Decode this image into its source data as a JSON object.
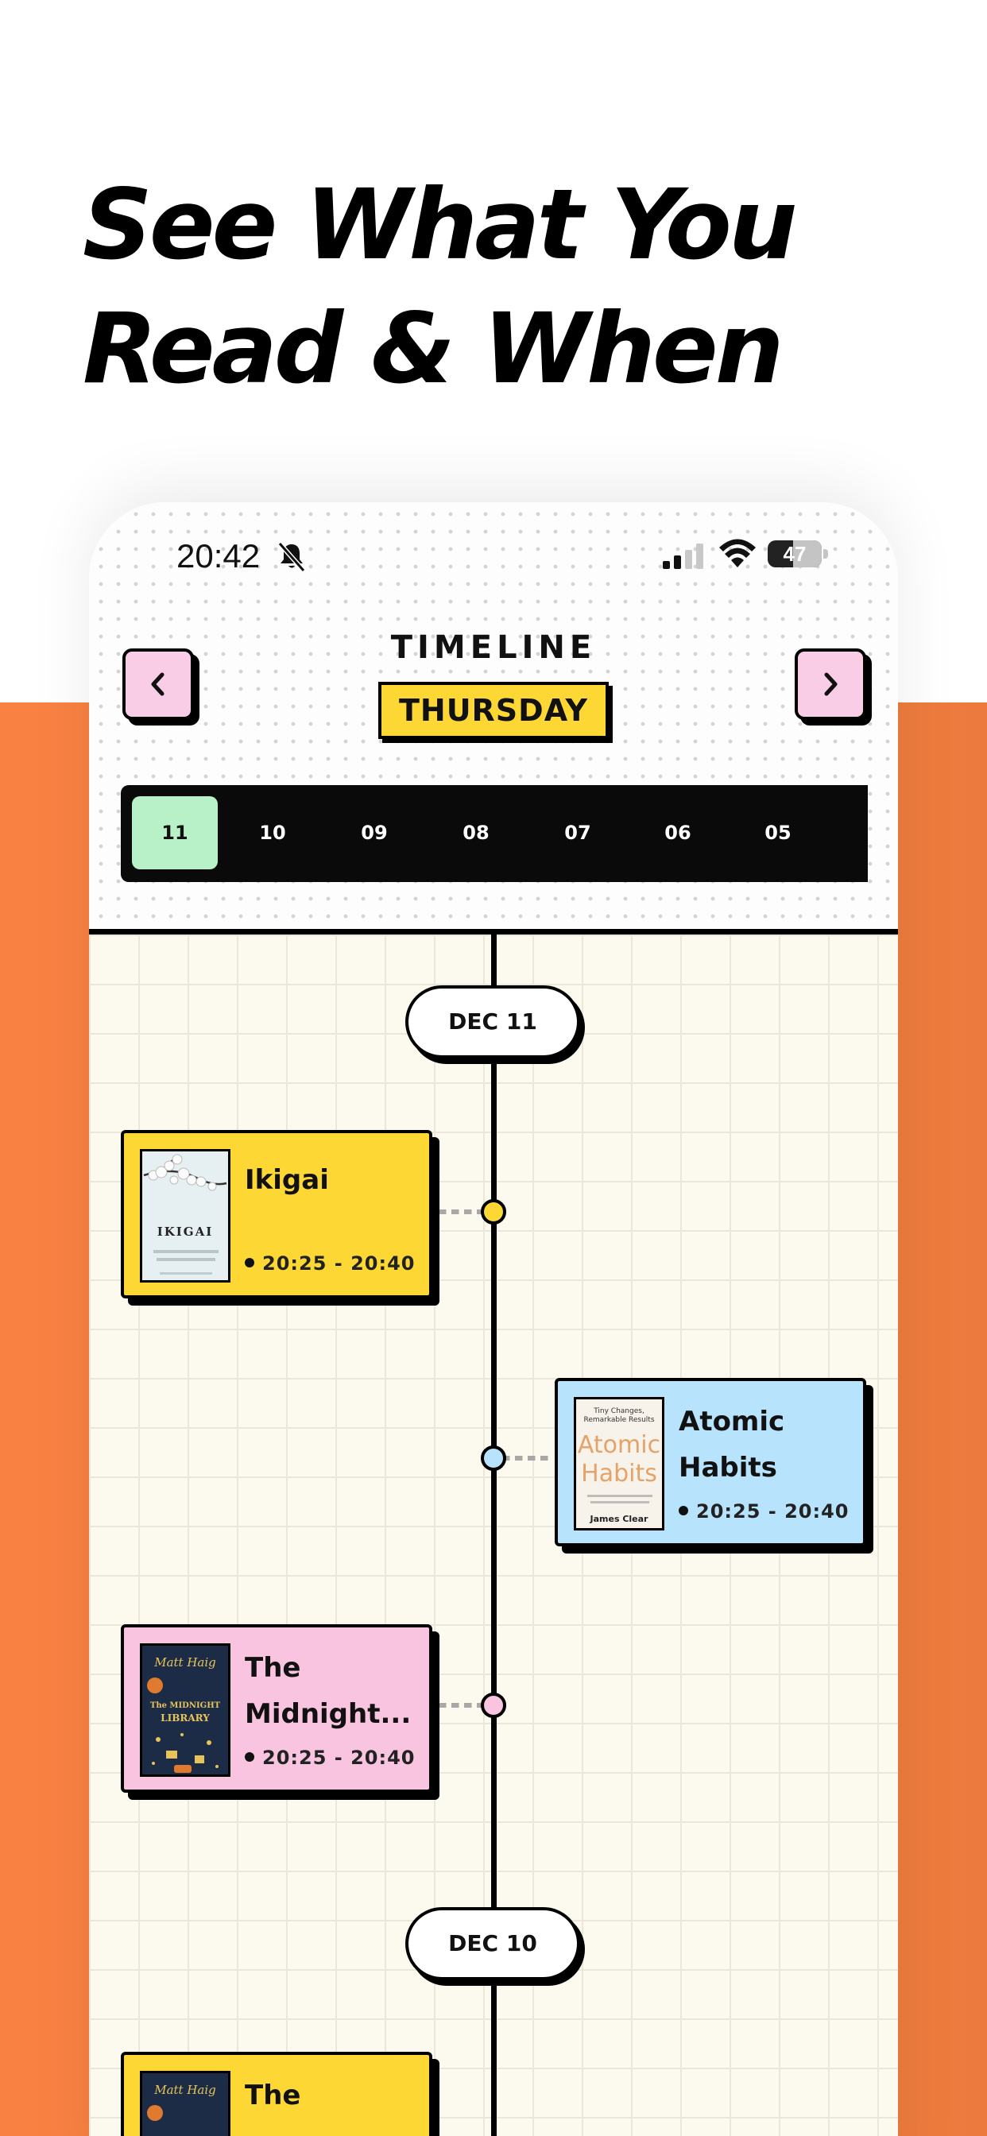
{
  "headline": {
    "line1": "See What You",
    "line2": "Read & When"
  },
  "status_bar": {
    "time": "20:42",
    "battery": "47"
  },
  "header": {
    "title": "TIMELINE",
    "day": "THURSDAY"
  },
  "date_strip": [
    "11",
    "10",
    "09",
    "08",
    "07",
    "06",
    "05"
  ],
  "date_strip_selected": "11",
  "groups": [
    {
      "label": "DEC 11"
    },
    {
      "label": "DEC 10"
    }
  ],
  "entries": [
    {
      "title": "Ikigai",
      "time": "20:25 - 20:40",
      "color": "#fdd835",
      "cover": {
        "title": "IKIGAI"
      }
    },
    {
      "title_line1": "Atomic",
      "title_line2": "Habits",
      "time": "20:25 - 20:40",
      "color": "#b8e3fc",
      "cover": {
        "tagline": "Tiny Changes, Remarkable Results",
        "title1": "Atomic",
        "title2": "Habits",
        "author": "James Clear"
      }
    },
    {
      "title_line1": "The",
      "title_line2": "Midnight...",
      "time": "20:25 - 20:40",
      "color": "#f8c4e0",
      "cover": {
        "author": "Matt Haig",
        "title1": "The MIDNIGHT",
        "title2": "LIBRARY"
      }
    },
    {
      "title_line1": "The",
      "color": "#fdd835",
      "cover": {
        "author": "Matt Haig"
      }
    }
  ],
  "colors": {
    "orange": "#f98243",
    "yellow": "#fdd835",
    "blue": "#b8e3fc",
    "pink": "#f8c4e0",
    "green": "#b8f0c8"
  }
}
